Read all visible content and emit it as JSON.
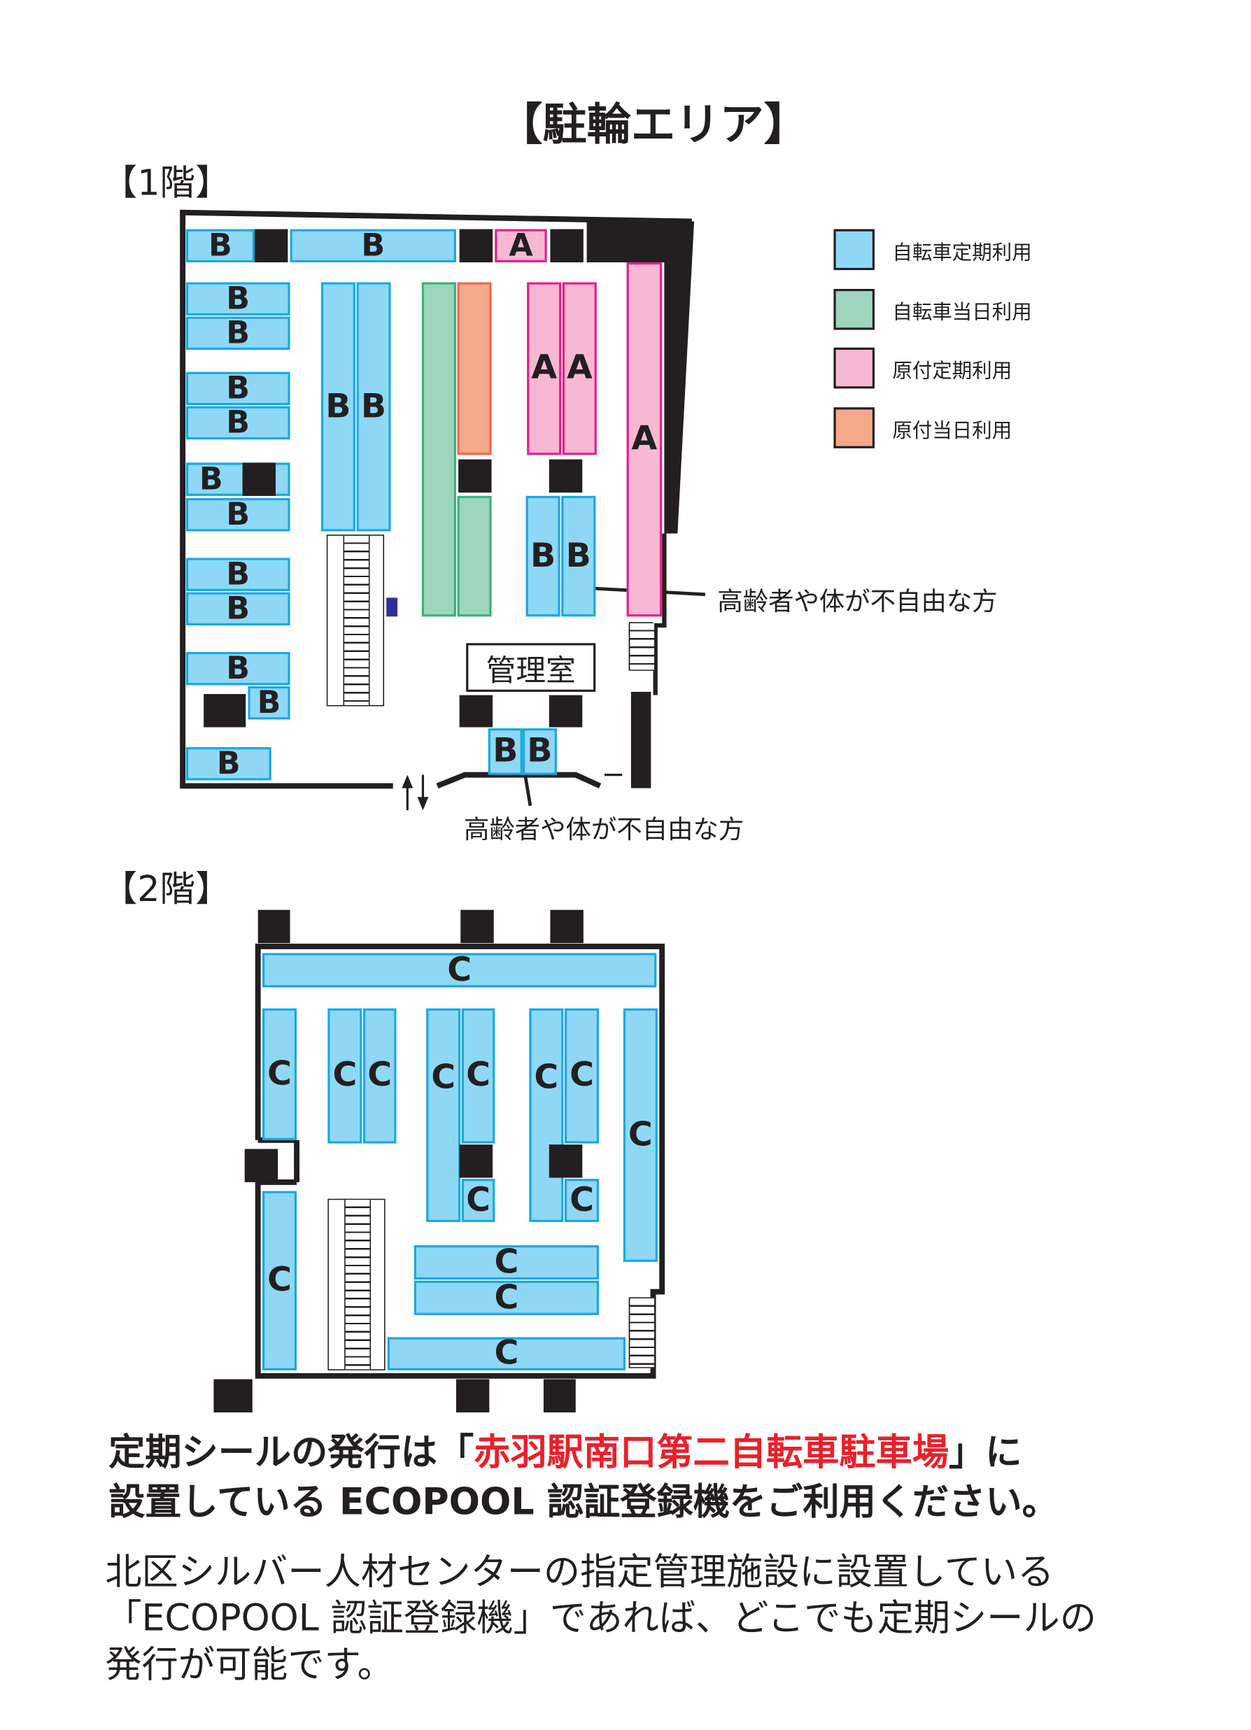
{
  "title": "【駐輪エリア】",
  "floor1": {
    "heading": "【1階】",
    "office": "管理室",
    "callout_right": "高齢者や体が不自由な方",
    "callout_bottom": "高齢者や体が不自由な方"
  },
  "floor2": {
    "heading": "【2階】"
  },
  "zones": {
    "A": "A",
    "B": "B",
    "C": "C"
  },
  "legend": [
    {
      "label": "自転車定期利用",
      "fill": "#8fd8f5",
      "stroke": "#1aa8e0"
    },
    {
      "label": "自転車当日利用",
      "fill": "#9dd5bd",
      "stroke": "#3bb27a"
    },
    {
      "label": "原付定期利用",
      "fill": "#f6b8d3",
      "stroke": "#e0218a"
    },
    {
      "label": "原付当日利用",
      "fill": "#f6a88b",
      "stroke": "#ec6a4a"
    }
  ],
  "notice": {
    "line1_pre": "定期シールの発行は「",
    "line1_highlight": "赤羽駅南口第二自転車駐車場",
    "line1_post": "」に",
    "line2": "設置している ECOPOOL 認証登録機をご利用ください。",
    "body1": "北区シルバー人材センターの指定管理施設に設置している",
    "body2": "「ECOPOOL 認証登録機」であれば、どこでも定期シールの",
    "body3": "発行が可能です。"
  }
}
